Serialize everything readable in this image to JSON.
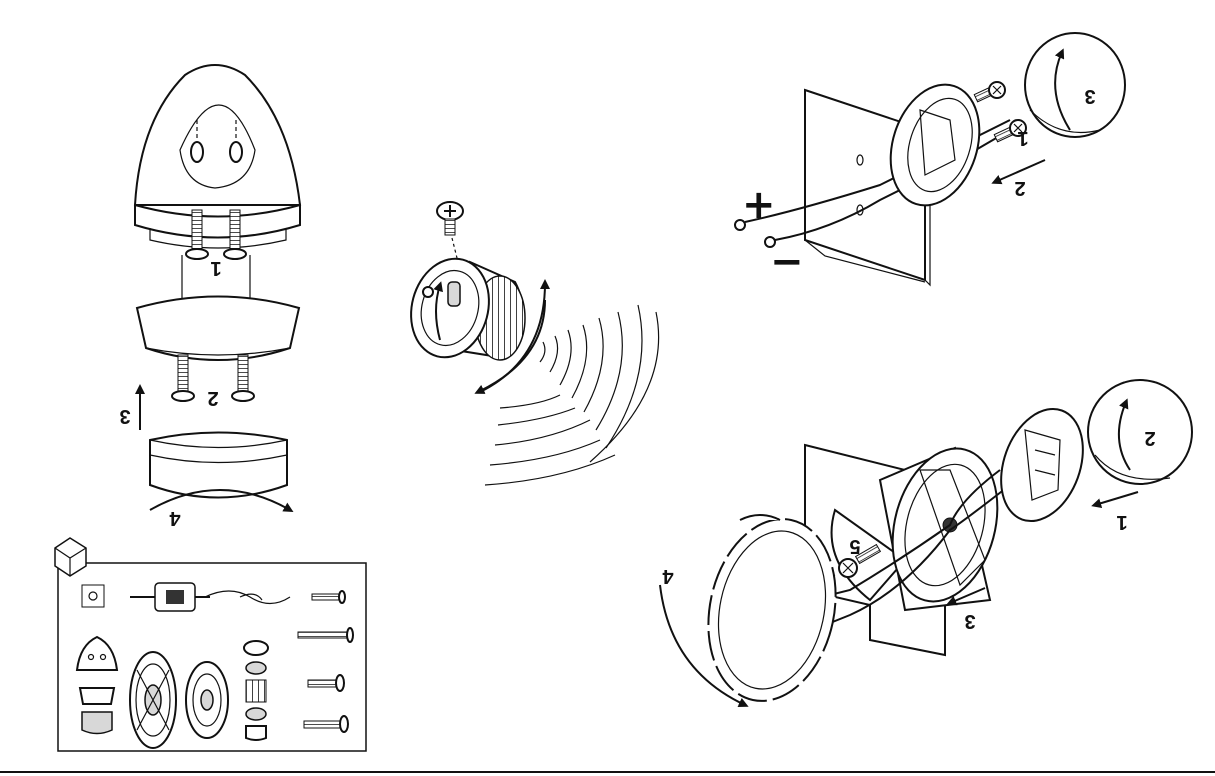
{
  "diagram": {
    "figure_left": {
      "step_labels": [
        "1",
        "2",
        "3",
        "4"
      ]
    },
    "figure_top_right": {
      "step_labels": [
        "1",
        "2",
        "3"
      ],
      "polarity": {
        "positive": "+",
        "negative": "−"
      }
    },
    "figure_bottom_right": {
      "step_labels": [
        "1",
        "2",
        "3",
        "4",
        "5"
      ]
    },
    "parts_box": {
      "box_icon": "package-box-icon"
    }
  }
}
